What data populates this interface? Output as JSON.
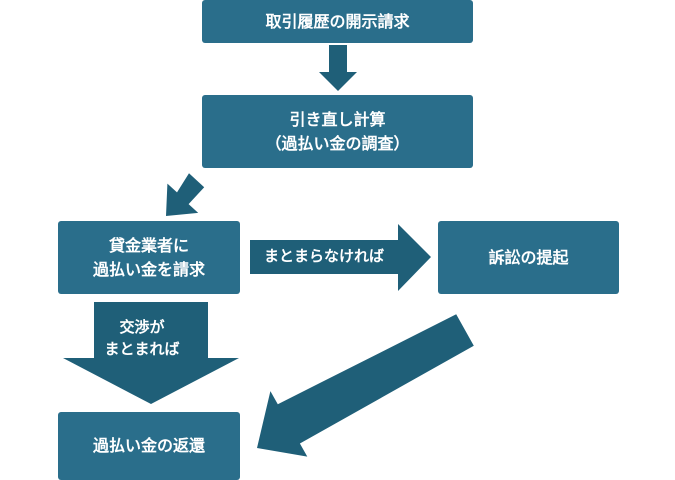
{
  "colors": {
    "box": "#2a6e8b",
    "arrow": "#1f5f78",
    "text": "#ffffff"
  },
  "boxes": {
    "disclosure": "取引履歴の開示請求",
    "recalc_line1": "引き直し計算",
    "recalc_line2": "（過払い金の調査）",
    "claim_line1": "貸金業者に",
    "claim_line2": "過払い金を請求",
    "lawsuit": "訴訟の提起",
    "refund": "過払い金の返還"
  },
  "arrows": {
    "to_lawsuit_label": "まとまらなければ",
    "to_refund_label_line1": "交渉が",
    "to_refund_label_line2": "まとまれば"
  }
}
